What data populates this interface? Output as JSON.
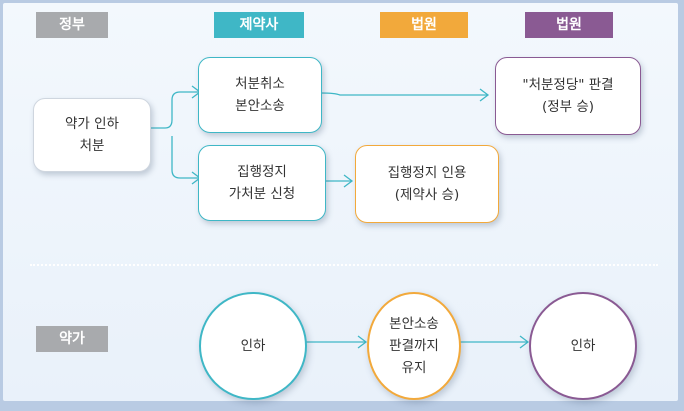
{
  "headers": {
    "government": "정부",
    "pharma": "제약사",
    "court1": "법원",
    "court2": "법원",
    "drug_price": "약가"
  },
  "nodes": {
    "price_cut_order": "약가 인하\n처분",
    "cancel_lawsuit": "처분취소\n본안소송",
    "injunction_request": "집행정지\n가처분 신청",
    "ruling_legitimate": "\"처분정당\" 판결\n(정부 승)",
    "injunction_granted": "집행정지 인용\n(제약사 승)"
  },
  "price_flow": {
    "start": "인하",
    "middle": "본안소송\n판결까지\n유지",
    "end": "인하"
  },
  "colors": {
    "gray": "#a8aaad",
    "teal": "#3fb7c6",
    "orange": "#f2a93b",
    "purple": "#8a5a93"
  }
}
